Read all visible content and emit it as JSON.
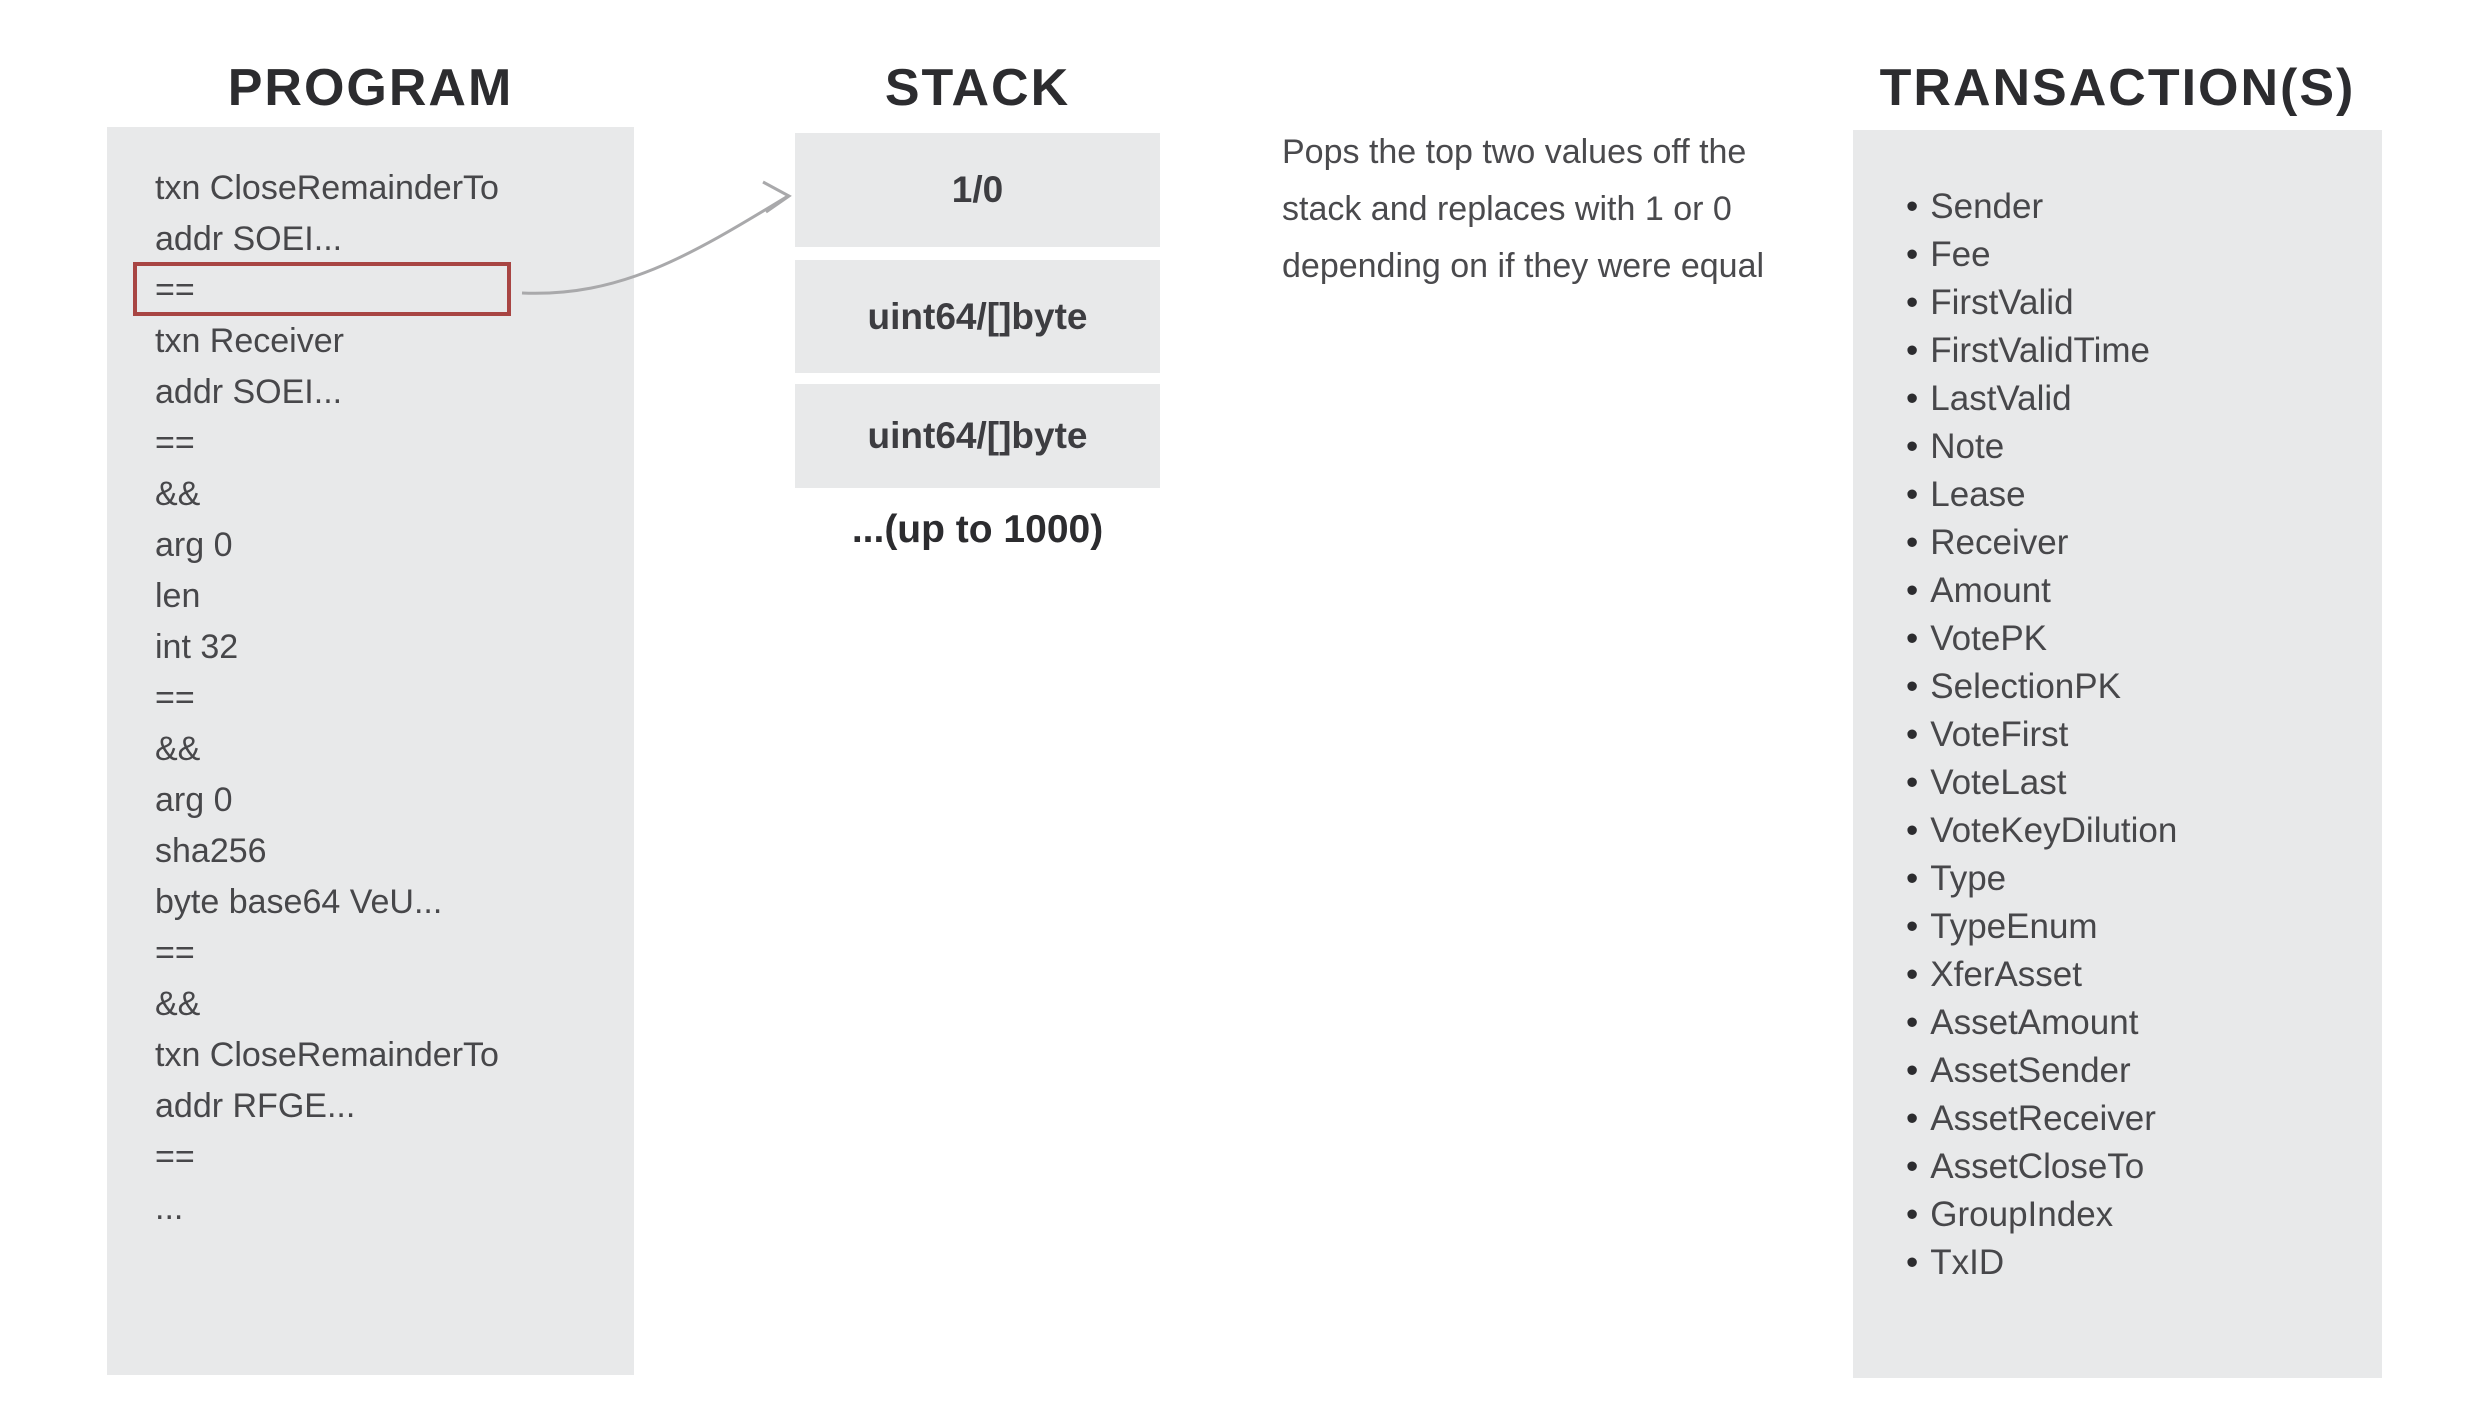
{
  "program": {
    "title": "PROGRAM",
    "lines": [
      "txn CloseRemainderTo",
      "addr SOEI...",
      "==",
      "txn Receiver",
      "addr SOEI...",
      "==",
      "&&",
      "arg 0",
      "len",
      "int 32",
      "==",
      "&&",
      "arg 0",
      "sha256",
      "byte base64 VeU...",
      "==",
      "&&",
      "txn CloseRemainderTo",
      "addr RFGE...",
      "==",
      "..."
    ],
    "highlighted_line": "==",
    "highlighted_line_index": 2
  },
  "stack": {
    "title": "STACK",
    "slots": [
      "1/0",
      "uint64/[]byte",
      "uint64/[]byte"
    ],
    "more_label": "...(up to 1000)"
  },
  "description": {
    "lines": [
      "Pops the top two values off the",
      "stack and replaces with 1 or 0",
      "depending on if they were equal"
    ]
  },
  "transactions": {
    "title": "TRANSACTION(S)",
    "bullet": "•",
    "fields": [
      "Sender",
      "Fee",
      "FirstValid",
      "FirstValidTime",
      "LastValid",
      "Note",
      "Lease",
      "Receiver",
      "Amount",
      "VotePK",
      "SelectionPK",
      "VoteFirst",
      "VoteLast",
      "VoteKeyDilution",
      "Type",
      "TypeEnum",
      "XferAsset",
      "AssetAmount",
      "AssetSender",
      "AssetReceiver",
      "AssetCloseTo",
      "GroupIndex",
      "TxID"
    ]
  },
  "colors": {
    "background": "#ffffff",
    "panel_bg": "#e8e9ea",
    "highlight_border": "#a84543",
    "arrow": "#a9a9ab",
    "text": "#47474a",
    "title_text": "#2c2c2f"
  }
}
